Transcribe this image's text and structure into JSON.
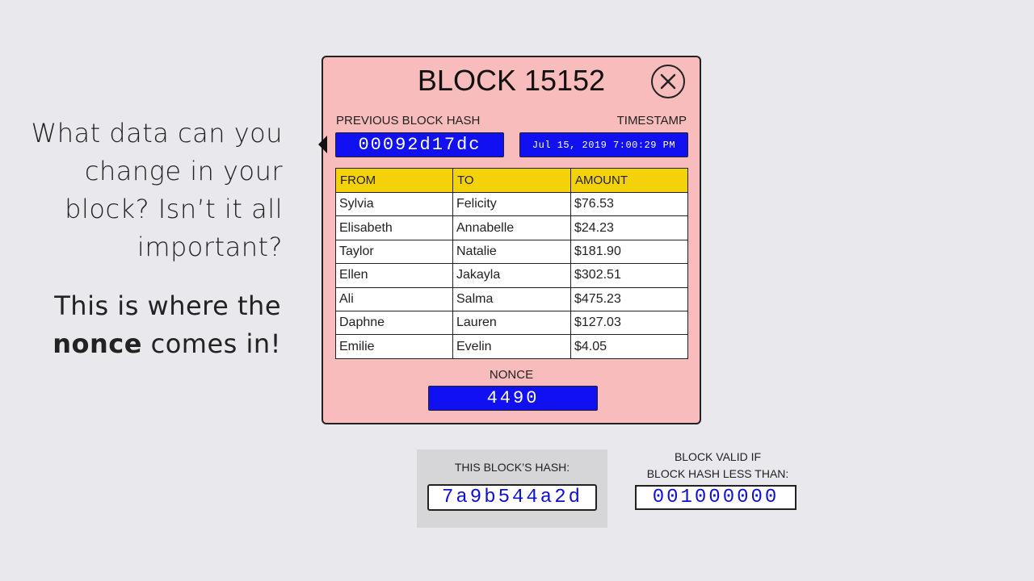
{
  "left_text": {
    "question_lines": [
      "What data can you",
      "change in your",
      "block? Isn’t it all",
      "important?"
    ],
    "answer_line1": "This is where the",
    "answer_bold": "nonce",
    "answer_rest": " comes in!"
  },
  "block": {
    "title": "BLOCK 15152",
    "prev_hash_label": "PREVIOUS BLOCK HASH",
    "prev_hash": "00092d17dc",
    "timestamp_label": "TIMESTAMP",
    "timestamp": "Jul 15, 2019 7:00:29 PM",
    "table": {
      "headers": [
        "FROM",
        "TO",
        "AMOUNT"
      ],
      "rows": [
        [
          "Sylvia",
          "Felicity",
          "$76.53"
        ],
        [
          "Elisabeth",
          "Annabelle",
          "$24.23"
        ],
        [
          "Taylor",
          "Natalie",
          "$181.90"
        ],
        [
          "Ellen",
          "Jakayla",
          "$302.51"
        ],
        [
          "Ali",
          "Salma",
          "$475.23"
        ],
        [
          "Daphne",
          "Lauren",
          "$127.03"
        ],
        [
          "Emilie",
          "Evelin",
          "$4.05"
        ]
      ]
    },
    "nonce_label": "NONCE",
    "nonce": "4490"
  },
  "this_hash": {
    "label": "THIS BLOCK’S HASH:",
    "value": "7a9b544a2d"
  },
  "valid": {
    "label_line1": "BLOCK VALID IF",
    "label_line2": "BLOCK HASH LESS THAN:",
    "value": "001000000"
  },
  "colors": {
    "card_bg": "#f8bcbc",
    "hash_blue": "#1010f0",
    "header_yellow": "#f3d20a",
    "page_bg": "#e9e8ec"
  },
  "icons": {
    "close": "close-icon",
    "arrow": "arrow-left-icon"
  }
}
